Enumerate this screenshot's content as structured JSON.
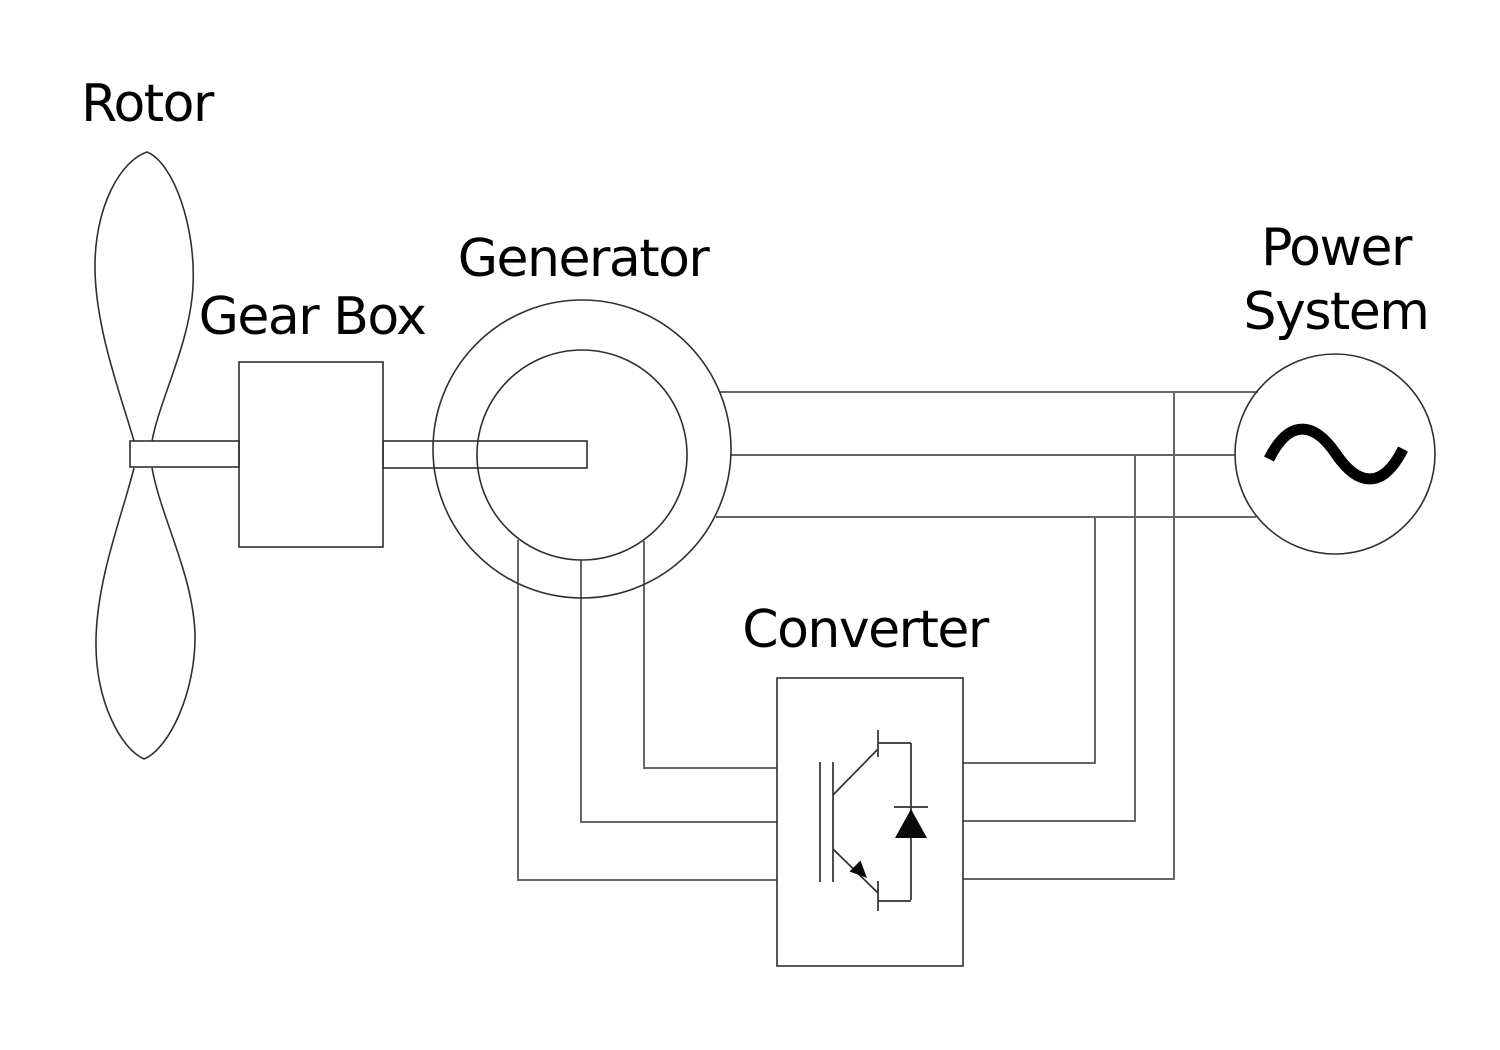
{
  "diagram": {
    "labels": {
      "rotor": "Rotor",
      "gear_box": "Gear Box",
      "generator": "Generator",
      "converter": "Converter",
      "power_system_line1": "Power",
      "power_system_line2": "System"
    },
    "icons": {
      "rotor_blades": "two-blade-propeller",
      "generator_symbol": "concentric-circles",
      "converter_symbol": "igbt-with-antiparallel-diode",
      "power_system_symbol": "ac-sine-wave-source"
    },
    "colors": {
      "background": "#ffffff",
      "outline": "#2f2f2f",
      "wire": "#666666",
      "text": "#000000"
    }
  }
}
